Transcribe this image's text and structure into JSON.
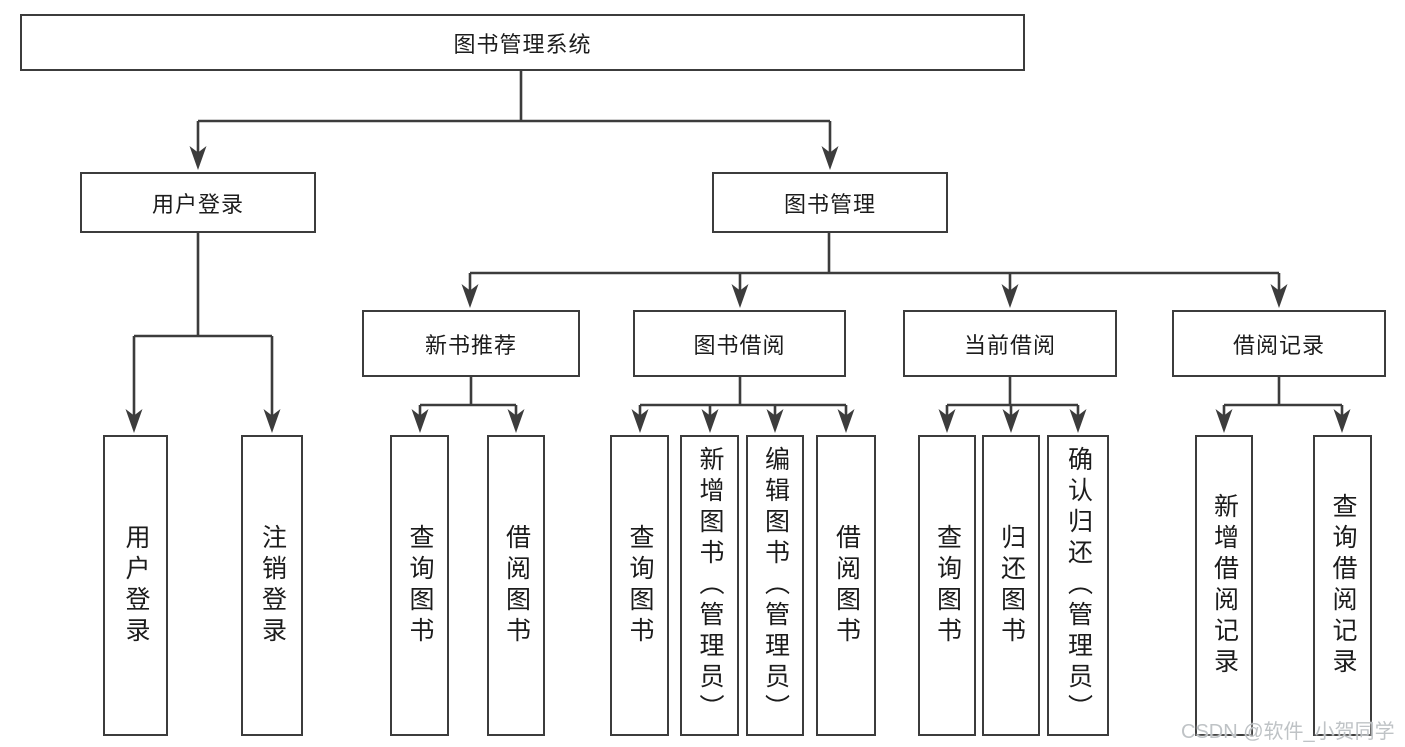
{
  "nodes": {
    "root": "图书管理系统",
    "user_login": "用户登录",
    "book_management": "图书管理",
    "new_book_recommend": "新书推荐",
    "book_borrow": "图书借阅",
    "current_borrow": "当前借阅",
    "borrow_record": "借阅记录",
    "user_login_leaf": "用户登录",
    "logout": "注销登录",
    "query_book_under_recommend": "查询图书",
    "borrow_book_under_recommend": "借阅图书",
    "query_book_under_borrow": "查询图书",
    "add_book_admin": "新增图书（管理员）",
    "edit_book_admin": "编辑图书（管理员）",
    "borrow_book_under_borrow": "借阅图书",
    "query_book_under_current": "查询图书",
    "return_book": "归还图书",
    "confirm_return_admin": "确认归还（管理员）",
    "add_borrow_record": "新增借阅记录",
    "query_borrow_record": "查询借阅记录"
  },
  "watermark": "CSDN @软件_小贺同学",
  "colors": {
    "line": "#3c3c3c",
    "text": "#1c1c1c",
    "watermark": "#bfc3c6",
    "background": "#ffffff"
  }
}
